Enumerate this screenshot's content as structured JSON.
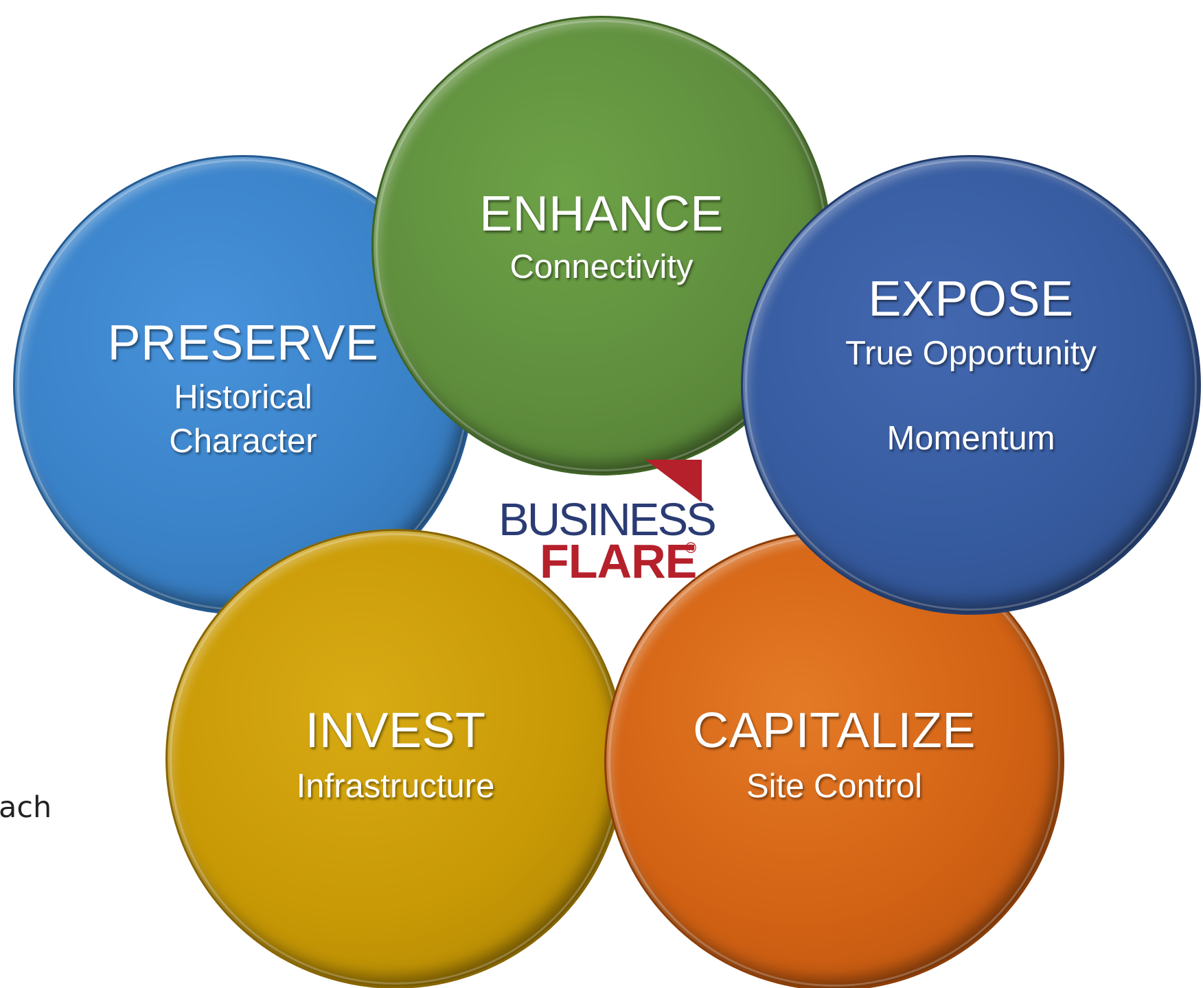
{
  "circles": {
    "preserve": {
      "title": "PRESERVE",
      "lines": [
        "Historical",
        "Character"
      ],
      "color": "#3a82c8"
    },
    "enhance": {
      "title": "ENHANCE",
      "lines": [
        "Connectivity"
      ],
      "color": "#5f8e3d"
    },
    "expose": {
      "title": "EXPOSE",
      "lines": [
        "True Opportunity",
        "Momentum"
      ],
      "color": "#365b9f"
    },
    "invest": {
      "title": "INVEST",
      "lines": [
        "Infrastructure"
      ],
      "color": "#c89905"
    },
    "capitalize": {
      "title": "CAPITALIZE",
      "lines": [
        "Site Control"
      ],
      "color": "#d26214"
    }
  },
  "logo": {
    "line1": "BUSINESS",
    "line2": "FLARE",
    "mark": "®",
    "navy": "#2b3b74",
    "red": "#b5202b"
  },
  "fragment_text": "ach"
}
